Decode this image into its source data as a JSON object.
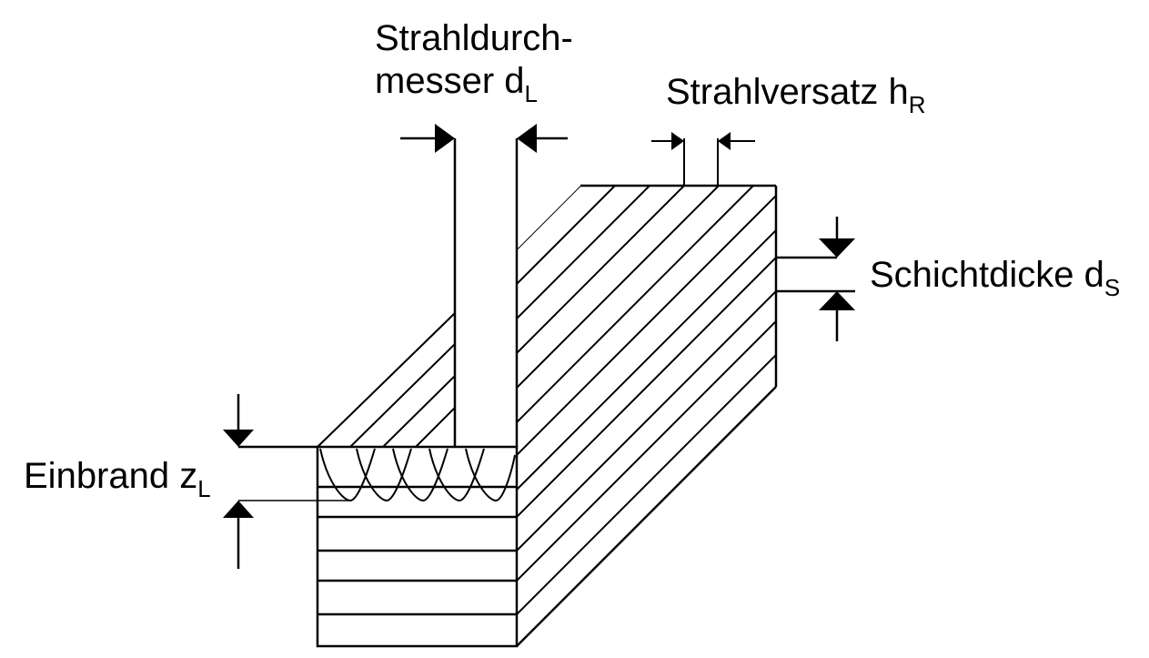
{
  "labels": {
    "beam_diameter_line1": "Strahldurch-",
    "beam_diameter_line2": "messer d",
    "beam_diameter_sub": "L",
    "beam_offset": "Strahlversatz h",
    "beam_offset_sub": "R",
    "layer_thickness": "Schichtdicke d",
    "layer_thickness_sub": "S",
    "penetration": "Einbrand z",
    "penetration_sub": "L"
  },
  "structure": {
    "front_layer_count": 6,
    "melt_pool_lobes": 5
  }
}
